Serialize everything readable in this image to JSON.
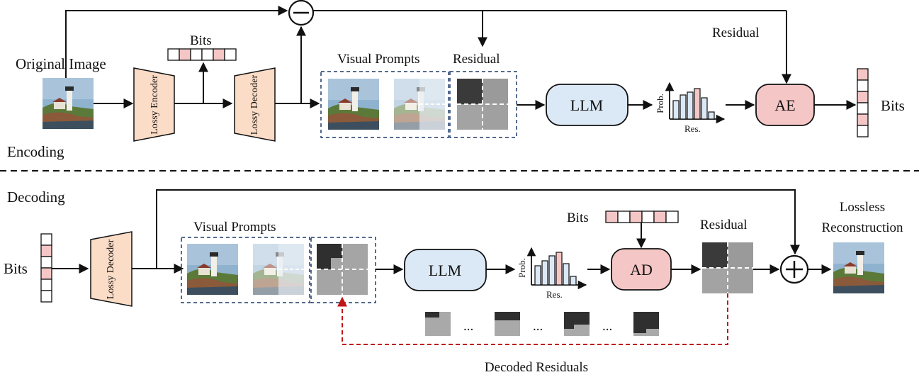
{
  "colors": {
    "lossy": "#fbdcc6",
    "llm": "#dbe8f5",
    "coder": "#f5c6c6",
    "bit_fill": "#f4c6c6",
    "dashed_box": "#1f3a68",
    "feedback_arrow": "#c0161a",
    "hist_blue": "#dbe8f5",
    "hist_pink": "#f4c6c6"
  },
  "encoding": {
    "section_label": "Encoding",
    "original_image_label": "Original Image",
    "lossy_encoder": "Lossy Encoder",
    "lossy_decoder": "Lossy Decoder",
    "bits_label": "Bits",
    "visual_prompts_label": "Visual Prompts",
    "residual_label": "Residual",
    "residual_top_label": "Residual",
    "llm": "LLM",
    "ae": "AE",
    "output_bits_label": "Bits",
    "hist_x": "Res.",
    "hist_y": "Prob.",
    "subtract_icon": "minus-circle-icon"
  },
  "decoding": {
    "section_label": "Decoding",
    "input_bits_label": "Bits",
    "lossy_decoder": "Lossy Decoder",
    "visual_prompts_label": "Visual Prompts",
    "llm": "LLM",
    "ad": "AD",
    "bits_label": "Bits",
    "residual_label": "Residual",
    "lossless_line1": "Lossless",
    "lossless_line2": "Reconstruction",
    "decoded_residuals_label": "Decoded Residuals",
    "ellipsis": "...",
    "hist_x": "Res.",
    "hist_y": "Prob.",
    "add_icon": "plus-circle-icon"
  }
}
